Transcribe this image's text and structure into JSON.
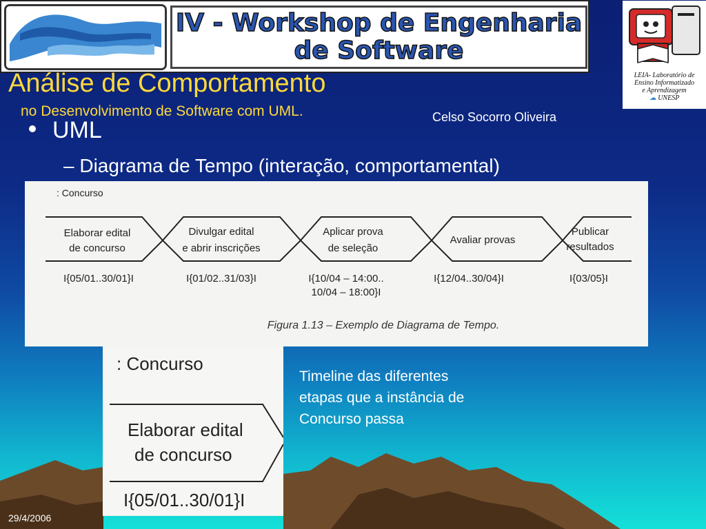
{
  "banner": {
    "title_line1": "IV - Workshop de Engenharia",
    "title_line2": "de Software"
  },
  "leia": {
    "line1": "LEIA- Laboratório de",
    "line2": "Ensino Informatizado",
    "line3": "e Aprendizagem",
    "line4": "UNESP"
  },
  "slide": {
    "title": "Análise de Comportamento",
    "subtitle": "no Desenvolvimento de Software com UML.",
    "author": "Celso Socorro Oliveira",
    "bullet": "UML",
    "sub_bullet": "Diagrama de Tempo (interação, comportamental)",
    "caption": "Timeline das diferentes etapas que a instância de Concurso passa",
    "date": "29/4/2006"
  },
  "diagram": {
    "lifeline": ": Concurso",
    "stages": [
      {
        "line1": "Elaborar edital",
        "line2": "de concurso",
        "time1": "I{05/01..30/01}I",
        "time2": ""
      },
      {
        "line1": "Divulgar edital",
        "line2": "e abrir inscrições",
        "time1": "I{01/02..31/03}I",
        "time2": ""
      },
      {
        "line1": "Aplicar prova",
        "line2": "de seleção",
        "time1": "I{10/04 – 14:00..",
        "time2": "10/04 – 18:00}I"
      },
      {
        "line1": "Avaliar provas",
        "line2": "",
        "time1": "I{12/04..30/04}I",
        "time2": ""
      },
      {
        "line1": "Publicar",
        "line2": "resultados",
        "time1": "I{03/05}I",
        "time2": ""
      }
    ],
    "figure_caption": "Figura 1.13 – Exemplo de Diagrama de Tempo."
  },
  "zoom": {
    "lifeline": ": Concurso",
    "line1": "Elaborar edital",
    "line2": "de concurso",
    "time": "I{05/01..30/01}I"
  },
  "colors": {
    "title": "#ffd93a",
    "background_top": "#0b1f73",
    "background_bottom": "#14e0d8"
  }
}
